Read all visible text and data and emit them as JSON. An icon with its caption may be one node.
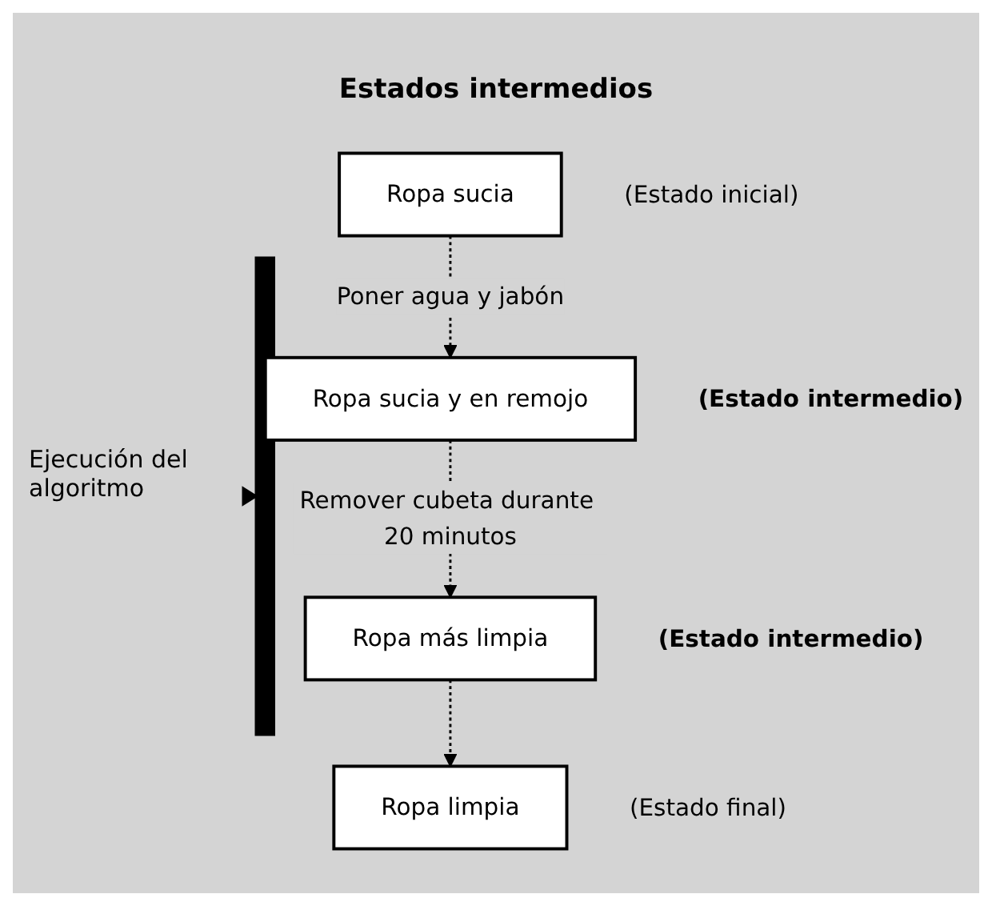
{
  "diagram": {
    "title": "Estados intermedios",
    "nodes": [
      {
        "text": [
          "Ropa sucia"
        ],
        "beside": [
          "(Estado inicial)"
        ]
      },
      {
        "text": [
          "Ropa sucia y en remojo"
        ],
        "beside": [
          "(Estado intermedio)"
        ]
      },
      {
        "text": [
          "Ropa más limpia"
        ],
        "beside": [
          "(Estado intermedio)"
        ]
      },
      {
        "text": [
          "Ropa limpia"
        ],
        "beside": [
          "(Estado final)"
        ]
      }
    ],
    "edges": [
      {
        "from": 0,
        "to": 1,
        "arrow": "to",
        "label": "Poner agua y jabón",
        "style": "dashed"
      },
      {
        "from": 1,
        "to": 2,
        "arrow": "to",
        "label": "Remover cubeta durante 20 minutos",
        "style": "dashed"
      },
      {
        "from": 2,
        "to": 3,
        "arrow": "to",
        "style": "dashed"
      }
    ],
    "labels": [
      "Ejecución del algoritmo"
    ]
  }
}
